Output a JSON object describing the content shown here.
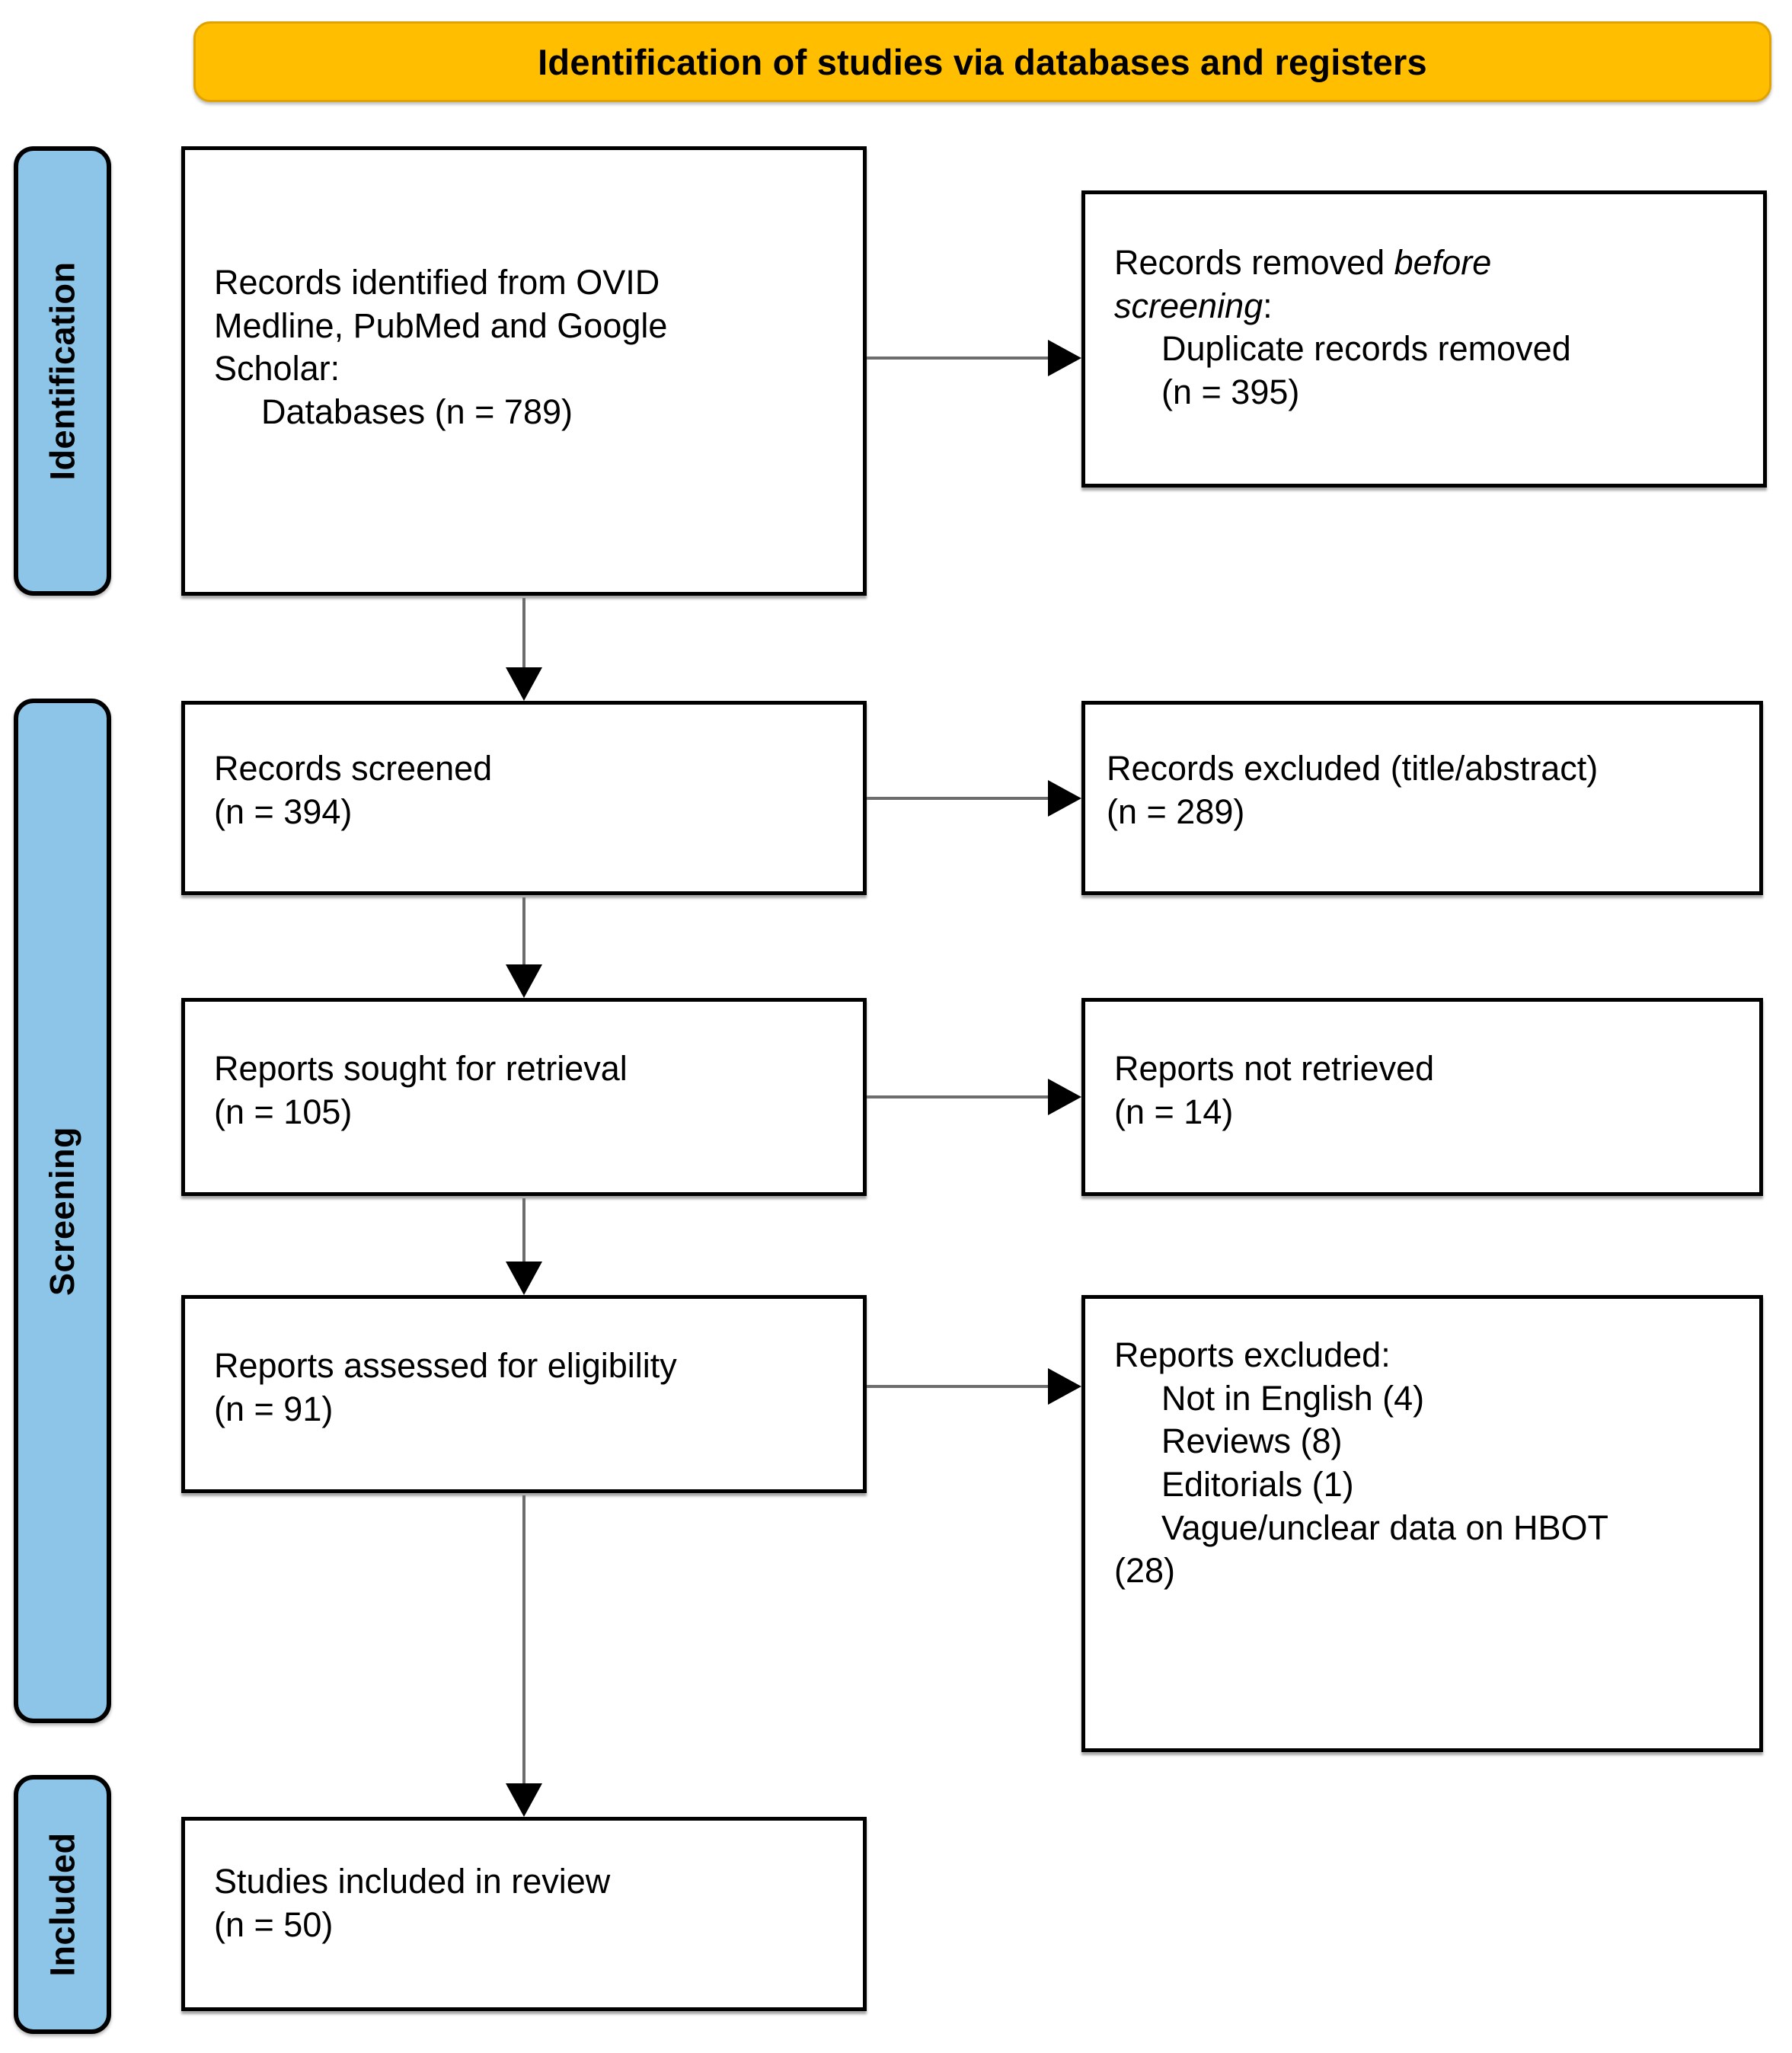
{
  "banner": {
    "title": "Identification of studies via databases and registers"
  },
  "stages": [
    {
      "id": "identification",
      "label": "Identification"
    },
    {
      "id": "screening",
      "label": "Screening"
    },
    {
      "id": "included",
      "label": "Included"
    }
  ],
  "colors": {
    "banner_fill": "#FFBF00",
    "banner_border": "#E0A200",
    "stage_fill": "#8CC5E8",
    "box_border": "#000000",
    "box_fill": "#FFFFFF",
    "arrow_shaft": "#6D6D6D",
    "arrow_head": "#000000"
  },
  "boxes": {
    "identified": {
      "line1": "Records identified from OVID",
      "line2": "Medline, PubMed and Google",
      "line3": "Scholar:",
      "line4": "Databases (n = 789)"
    },
    "removed_before_screening": {
      "lead": "Records removed ",
      "italic1": "before",
      "italic2": "screening",
      "colon": ":",
      "line3": "Duplicate records removed",
      "line4": "(n = 395)"
    },
    "screened": {
      "line1": "Records screened",
      "line2": "(n = 394)"
    },
    "excluded_title_abstract": {
      "line1": "Records excluded (title/abstract)",
      "line2": "(n = 289)"
    },
    "sought_for_retrieval": {
      "line1": "Reports sought for retrieval",
      "line2": "(n = 105)"
    },
    "not_retrieved": {
      "line1": "Reports not retrieved",
      "line2": "(n = 14)"
    },
    "assessed_for_eligibility": {
      "line1": "Reports assessed for eligibility",
      "line2": "(n = 91)"
    },
    "reports_excluded": {
      "heading": "Reports excluded:",
      "reason1": "Not in English (4)",
      "reason2": "Reviews (8)",
      "reason3": "Editorials (1)",
      "reason4": "Vague/unclear data on HBOT",
      "reason4_count": "(28)"
    },
    "studies_included": {
      "line1": "Studies included in review",
      "line2": "(n = 50)"
    }
  },
  "chart_data": {
    "type": "diagram",
    "title": "Identification of studies via databases and registers",
    "flow": [
      {
        "stage": "Identification",
        "node": "Records identified from OVID Medline, PubMed and Google Scholar: Databases",
        "n": 789
      },
      {
        "stage": "Identification",
        "node": "Duplicate records removed before screening",
        "n": 395
      },
      {
        "stage": "Screening",
        "node": "Records screened",
        "n": 394
      },
      {
        "stage": "Screening",
        "node": "Records excluded (title/abstract)",
        "n": 289
      },
      {
        "stage": "Screening",
        "node": "Reports sought for retrieval",
        "n": 105
      },
      {
        "stage": "Screening",
        "node": "Reports not retrieved",
        "n": 14
      },
      {
        "stage": "Screening",
        "node": "Reports assessed for eligibility",
        "n": 91
      },
      {
        "stage": "Screening",
        "node": "Reports excluded: Not in English",
        "n": 4
      },
      {
        "stage": "Screening",
        "node": "Reports excluded: Reviews",
        "n": 8
      },
      {
        "stage": "Screening",
        "node": "Reports excluded: Editorials",
        "n": 1
      },
      {
        "stage": "Screening",
        "node": "Reports excluded: Vague/unclear data on HBOT",
        "n": 28
      },
      {
        "stage": "Included",
        "node": "Studies included in review",
        "n": 50
      }
    ]
  }
}
